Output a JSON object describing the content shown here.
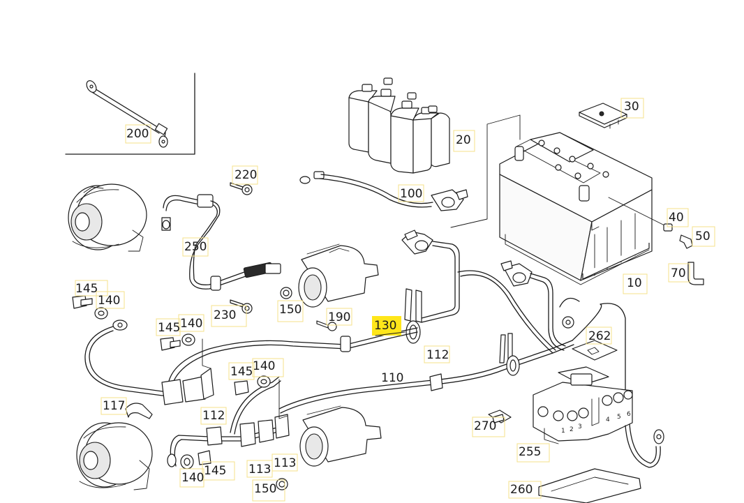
{
  "labels": {
    "l200": "200",
    "l220": "220",
    "l250": "250",
    "l230": "230",
    "l150a": "150",
    "l190": "190",
    "l100": "100",
    "l20": "20",
    "l30": "30",
    "l40": "40",
    "l50": "50",
    "l70": "70",
    "l10": "10",
    "l145a": "145",
    "l140a": "140",
    "l145b": "145",
    "l140b": "140",
    "l130": "130",
    "l112a": "112",
    "l110": "110",
    "l262": "262",
    "l145c": "145",
    "l140c": "140",
    "l117": "117",
    "l112b": "112",
    "l113a": "113",
    "l113b": "113",
    "l140d": "140",
    "l145d": "145",
    "l150b": "150",
    "l270": "270",
    "l255": "255",
    "l260": "260"
  },
  "fuse_pins": [
    "1",
    "2",
    "3",
    "4",
    "5",
    "6"
  ],
  "highlighted_label": "130",
  "colors": {
    "highlight": "#ffe61a",
    "label_border": "#f4e08a",
    "line": "#1a1a1a"
  }
}
